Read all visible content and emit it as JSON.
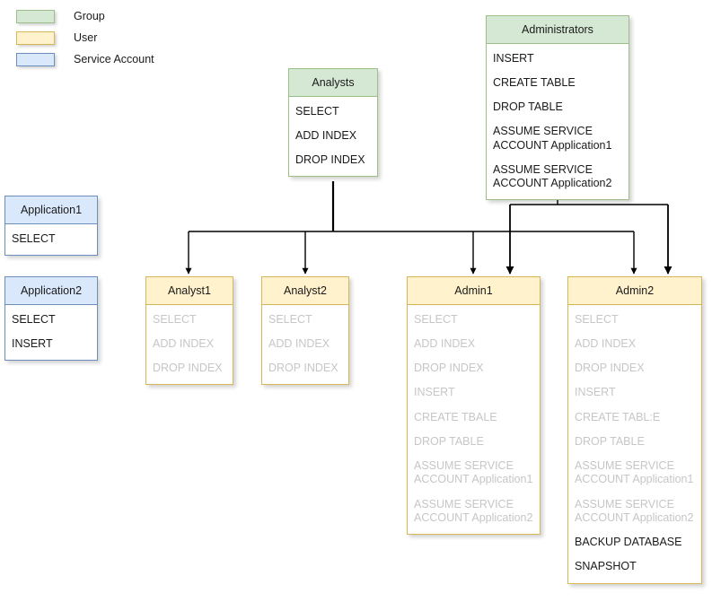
{
  "legend": {
    "items": [
      {
        "label": "Group",
        "type": "group",
        "color": "#d5e8d4",
        "border": "#9cbf8a"
      },
      {
        "label": "User",
        "type": "user",
        "color": "#fff2cc",
        "border": "#d6b656"
      },
      {
        "label": "Service Account",
        "type": "service",
        "color": "#dae8fc",
        "border": "#6c8ebf"
      }
    ]
  },
  "nodes": {
    "analysts": {
      "title": "Analysts",
      "type": "group",
      "permissions": [
        {
          "text": "SELECT",
          "inherited": false
        },
        {
          "text": "ADD INDEX",
          "inherited": false
        },
        {
          "text": "DROP INDEX",
          "inherited": false
        }
      ]
    },
    "administrators": {
      "title": "Administrators",
      "type": "group",
      "permissions": [
        {
          "text": "INSERT",
          "inherited": false
        },
        {
          "text": "CREATE TABLE",
          "inherited": false
        },
        {
          "text": "DROP TABLE",
          "inherited": false
        },
        {
          "text": "ASSUME SERVICE\nACCOUNT Application1",
          "inherited": false
        },
        {
          "text": "ASSUME SERVICE\nACCOUNT Application2",
          "inherited": false
        }
      ]
    },
    "application1": {
      "title": "Application1",
      "type": "service",
      "permissions": [
        {
          "text": "SELECT",
          "inherited": false
        }
      ]
    },
    "application2": {
      "title": "Application2",
      "type": "service",
      "permissions": [
        {
          "text": "SELECT",
          "inherited": false
        },
        {
          "text": "INSERT",
          "inherited": false
        }
      ]
    },
    "analyst1": {
      "title": "Analyst1",
      "type": "user",
      "permissions": [
        {
          "text": "SELECT",
          "inherited": true
        },
        {
          "text": "ADD INDEX",
          "inherited": true
        },
        {
          "text": "DROP INDEX",
          "inherited": true
        }
      ]
    },
    "analyst2": {
      "title": "Analyst2",
      "type": "user",
      "permissions": [
        {
          "text": "SELECT",
          "inherited": true
        },
        {
          "text": "ADD INDEX",
          "inherited": true
        },
        {
          "text": "DROP INDEX",
          "inherited": true
        }
      ]
    },
    "admin1": {
      "title": "Admin1",
      "type": "user",
      "permissions": [
        {
          "text": "SELECT",
          "inherited": true
        },
        {
          "text": "ADD INDEX",
          "inherited": true
        },
        {
          "text": "DROP INDEX",
          "inherited": true
        },
        {
          "text": "INSERT",
          "inherited": true
        },
        {
          "text": "CREATE TBALE",
          "inherited": true
        },
        {
          "text": "DROP TABLE",
          "inherited": true
        },
        {
          "text": "ASSUME SERVICE\nACCOUNT Application1",
          "inherited": true
        },
        {
          "text": "ASSUME SERVICE\nACCOUNT Application2",
          "inherited": true
        }
      ]
    },
    "admin2": {
      "title": "Admin2",
      "type": "user",
      "permissions": [
        {
          "text": "SELECT",
          "inherited": true
        },
        {
          "text": "ADD INDEX",
          "inherited": true
        },
        {
          "text": "DROP INDEX",
          "inherited": true
        },
        {
          "text": "INSERT",
          "inherited": true
        },
        {
          "text": "CREATE TABL:E",
          "inherited": true
        },
        {
          "text": "DROP TABLE",
          "inherited": true
        },
        {
          "text": "ASSUME SERVICE\nACCOUNT Application1",
          "inherited": true
        },
        {
          "text": "ASSUME SERVICE\nACCOUNT Application2",
          "inherited": true
        },
        {
          "text": "BACKUP DATABASE",
          "inherited": false
        },
        {
          "text": "SNAPSHOT",
          "inherited": false
        }
      ]
    }
  },
  "edges": {
    "stroke": "#000000",
    "links": [
      {
        "from": "analysts",
        "to": "analyst1"
      },
      {
        "from": "analysts",
        "to": "analyst2"
      },
      {
        "from": "analysts",
        "to": "admin1"
      },
      {
        "from": "analysts",
        "to": "admin2"
      },
      {
        "from": "administrators",
        "to": "admin1"
      },
      {
        "from": "administrators",
        "to": "admin2"
      }
    ]
  }
}
